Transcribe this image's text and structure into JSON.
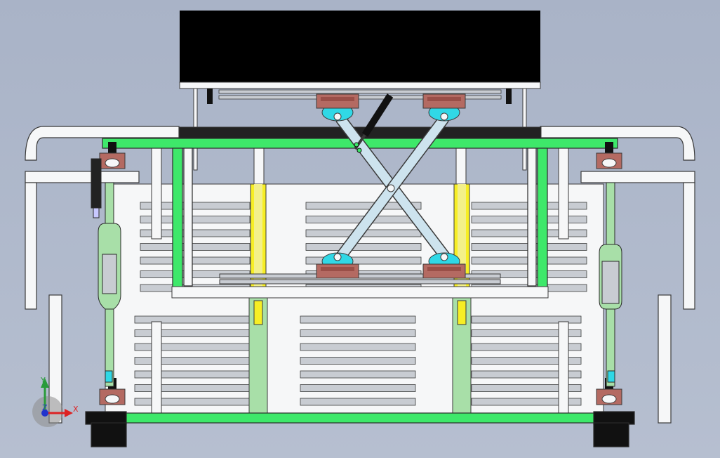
{
  "triad": {
    "x_label": "X",
    "y_label": "Y",
    "z_label": "Z"
  },
  "colors": {
    "background_top": "#a9b3c7",
    "background_bottom": "#b6bfd0",
    "outline": "#3a3a3a",
    "frame_green": "#3ee86a",
    "frame_green_light": "#a8dfa8",
    "cylinder_yellow": "#f7ee25",
    "bearing_brown": "#b46a62",
    "pivot_cyan": "#30d8e6",
    "rail_gray": "#c8ccd2",
    "panel_white": "#f6f7f8",
    "top_block": "#000000",
    "foot_block": "#111111",
    "scissor_arm": "#cde3ee"
  }
}
